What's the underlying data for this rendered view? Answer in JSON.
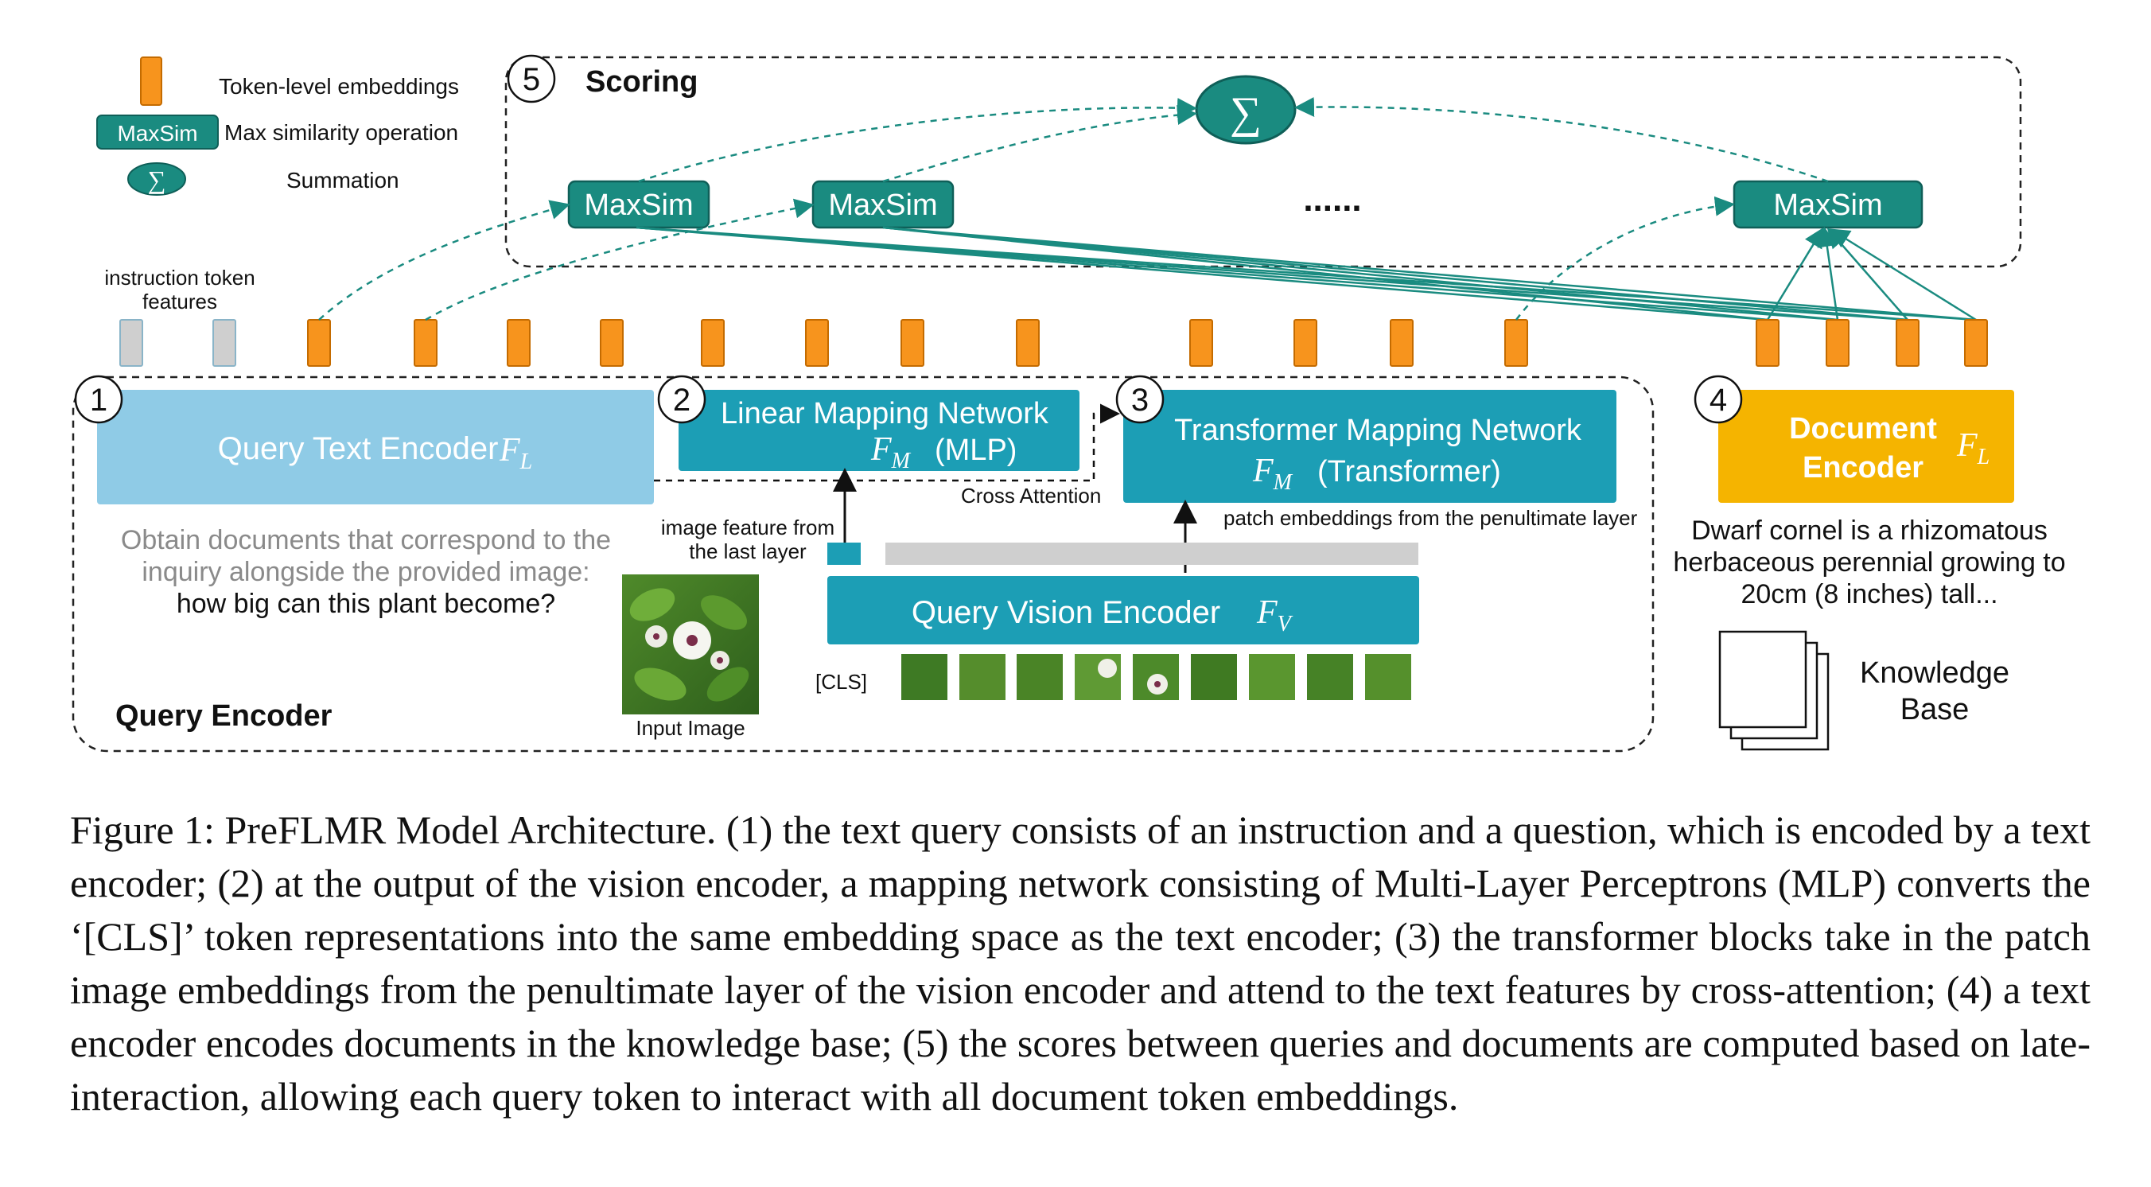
{
  "colors": {
    "teal": "#1c9eb5",
    "dark_teal": "#1a8b80",
    "light_blue": "#8fcbe6",
    "orange": "#f7941d",
    "gold": "#f5b400",
    "gray_token": "#cfcfcf",
    "gray_text": "#8a8a8a"
  },
  "legend": {
    "token": "Token-level embeddings",
    "maxsim_box": "MaxSim",
    "maxsim": "Max similarity operation",
    "sum_symbol": "∑",
    "summation": "Summation"
  },
  "scoring": {
    "number": "5",
    "title": "Scoring",
    "sum_symbol": "∑",
    "maxsim_label": "MaxSim",
    "ellipsis": "......"
  },
  "instruction_label": [
    "instruction token",
    "features"
  ],
  "query_encoder": {
    "title": "Query Encoder",
    "text_encoder": {
      "number": "1",
      "label": "Query Text Encoder",
      "symbol": "F",
      "sub": "L"
    },
    "linear_mapping": {
      "number": "2",
      "label1": "Linear Mapping Network",
      "symbol": "F",
      "sub": "M",
      "label2": "(MLP)"
    },
    "transformer_mapping": {
      "number": "3",
      "label1": "Transformer Mapping Network",
      "symbol": "F",
      "sub": "M",
      "label2": "(Transformer)"
    },
    "cross_attention": "Cross Attention",
    "vision_encoder": {
      "label": "Query Vision Encoder",
      "symbol": "F",
      "sub": "V"
    },
    "image_feature_label": [
      "image feature from",
      "the last layer"
    ],
    "patch_label": "patch embeddings from the penultimate layer",
    "query_text": {
      "instruction": [
        "Obtain documents that correspond to the",
        "inquiry alongside the provided image:"
      ],
      "question": "how big can this plant become?"
    },
    "cls": "[CLS]",
    "input_image": "Input Image"
  },
  "document": {
    "number": "4",
    "label1": "Document",
    "label2": "Encoder",
    "symbol": "F",
    "sub": "L",
    "text": [
      "Dwarf cornel is a rhizomatous",
      "herbaceous perennial growing to",
      "20cm (8 inches) tall..."
    ],
    "kb": [
      "Knowledge",
      "Base"
    ]
  },
  "caption": "Figure 1: PreFLMR Model Architecture. (1) the text query consists of an instruction and a question, which is encoded by a text encoder; (2) at the output of the vision encoder, a mapping network consisting of Multi-Layer Perceptrons (MLP) converts the ‘[CLS]’ token representations into the same embedding space as the text encoder; (3) the transformer blocks take in the patch image embeddings from the penultimate layer of the vision encoder and attend to the text features by cross-attention; (4) a text encoder encodes documents in the knowledge base; (5) the scores between queries and documents are computed based on late-interaction, allowing each query token to interact with all document token embeddings."
}
